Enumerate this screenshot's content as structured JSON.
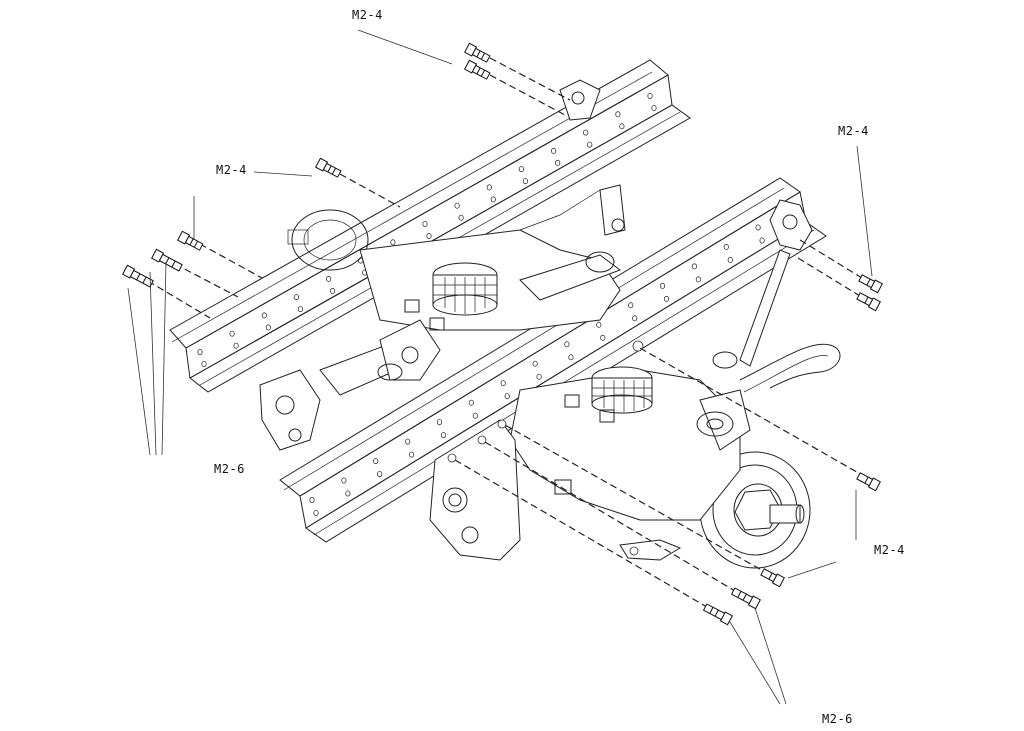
{
  "diagram": {
    "labels": {
      "top": "M2-4",
      "upper_left": "M2-4",
      "upper_right": "M2-4",
      "left_bottom": "M2-6",
      "right_middle": "M2-4",
      "bottom_right": "M2-6"
    }
  }
}
